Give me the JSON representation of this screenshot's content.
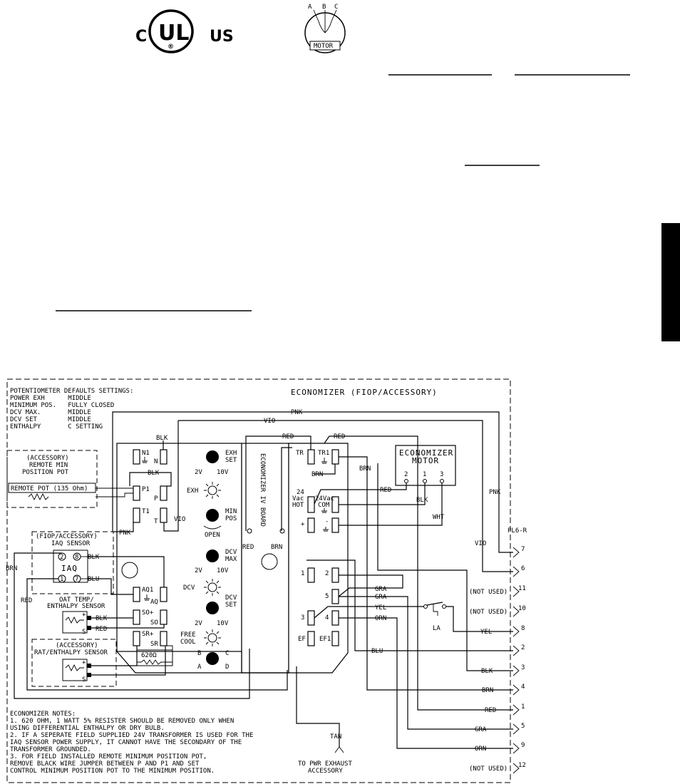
{
  "logos": {
    "ul_left": "C",
    "ul_center": "UL",
    "ul_registered": "®",
    "ul_right": "US",
    "motor_phases": [
      "A",
      "B",
      "C"
    ],
    "motor_label": "MOTOR"
  },
  "diagram": {
    "title": "ECONOMIZER (FIOP/ACCESSORY)",
    "defaults": [
      "POTENTIOMETER DEFAULTS SETTINGS:",
      "POWER EXH      MIDDLE",
      "MINIMUM POS.   FULLY CLOSED",
      "DCV MAX.       MIDDLE",
      "DCV SET        MIDDLE",
      "ENTHALPY       C SETTING"
    ],
    "remote_pot": {
      "title": [
        "(ACCESSORY)",
        "REMOTE MIN",
        "POSITION POT"
      ],
      "label": "REMOTE POT (135 Ohm)"
    },
    "iaq": {
      "title": [
        "(FIOP/ACCESSORY)",
        "IAQ SENSOR"
      ],
      "name": "IAQ",
      "pins": [
        "8",
        "7",
        "2",
        "1"
      ]
    },
    "oat": {
      "title": [
        "OAT TEMP/",
        "ENTHALPY SENSOR"
      ],
      "plus": "+",
      "s": "S"
    },
    "rat": {
      "title": [
        "(ACCESSORY)",
        "RAT/ENTHALPY SENSOR"
      ],
      "plus": "+",
      "s": "S"
    },
    "board_label": "ECONOMIZER IV BOARD",
    "motor": {
      "title": [
        "ECONOMIZER",
        "MOTOR"
      ],
      "pins": [
        "2",
        "1",
        "3"
      ]
    },
    "terminals": {
      "n1": "N1",
      "n": "N",
      "p1": "P1",
      "p": "P",
      "t1": "T1",
      "t": "T",
      "aq1": "AQ1",
      "aq": "AQ",
      "so_plus": "SO+",
      "so": "SO",
      "sr_plus": "SR+",
      "sr": "SR",
      "tr": "TR",
      "tr1": "TR1",
      "vac_hot": [
        "24",
        "Vac",
        "HOT"
      ],
      "vac_com": [
        "24Vac",
        "COM"
      ],
      "plus": "+",
      "minus": "-",
      "t1n": "1",
      "t2n": "2",
      "t3n": "3",
      "t4n": "4",
      "t5n": "5",
      "ef": "EF",
      "ef1": "EF1"
    },
    "pots": {
      "exh_set": [
        "EXH",
        "SET"
      ],
      "exh": "EXH",
      "min_pos": [
        "MIN",
        "POS"
      ],
      "open": "OPEN",
      "dcv_max": [
        "DCV",
        "MAX"
      ],
      "dcv": "DCV",
      "dcv_set": [
        "DCV",
        "SET"
      ],
      "free_cool": [
        "FREE",
        "COOL"
      ],
      "range_lo": "2V",
      "range_hi": "10V",
      "enthalpy": [
        "A",
        "B",
        "C",
        "D"
      ]
    },
    "resistor": "620Ω",
    "wires": {
      "pnk": "PNK",
      "vio": "VIO",
      "red": "RED",
      "blk": "BLK",
      "blu": "BLU",
      "brn": "BRN",
      "gra": "GRA",
      "yel": "YEL",
      "orn": "ORN",
      "wht": "WHT",
      "tan": "TAN"
    },
    "la": "LA",
    "plug": "PL6-R",
    "pins": [
      {
        "n": "7",
        "label": ""
      },
      {
        "n": "6",
        "label": ""
      },
      {
        "n": "11",
        "label": "(NOT USED)"
      },
      {
        "n": "10",
        "label": "(NOT USED)"
      },
      {
        "n": "8",
        "label": "YEL"
      },
      {
        "n": "2",
        "label": ""
      },
      {
        "n": "3",
        "label": "BLK"
      },
      {
        "n": "4",
        "label": "BRN"
      },
      {
        "n": "1",
        "label": "RED"
      },
      {
        "n": "5",
        "label": "GRA"
      },
      {
        "n": "9",
        "label": "ORN"
      },
      {
        "n": "12",
        "label": "(NOT USED)"
      }
    ],
    "notes": [
      "ECONOMIZER NOTES:",
      "1. 620 OHM, 1 WATT 5% RESISTER SHOULD BE REMOVED ONLY WHEN",
      "USING DIFFERENTIAL ENTHALPY OR DRY BULB.",
      "2. IF A SEPERATE FIELD SUPPLIED 24V TRANSFORMER IS USED FOR THE",
      "IAQ SENSOR POWER SUPPLY, IT CANNOT HAVE THE SECONDARY OF THE",
      "TRANSFORMER GROUNDED.",
      "3. FOR FIELD INSTALLED REMOTE MINIMUM POSITION POT,",
      "REMOVE BLACK WIRE JUMPER BETWEEN P AND P1 AND SET",
      "CONTROL MINIMUM POSITION POT TO THE MINIMUM POSITION."
    ],
    "exhaust": [
      "TO PWR EXHAUST",
      "ACCESSORY"
    ]
  }
}
